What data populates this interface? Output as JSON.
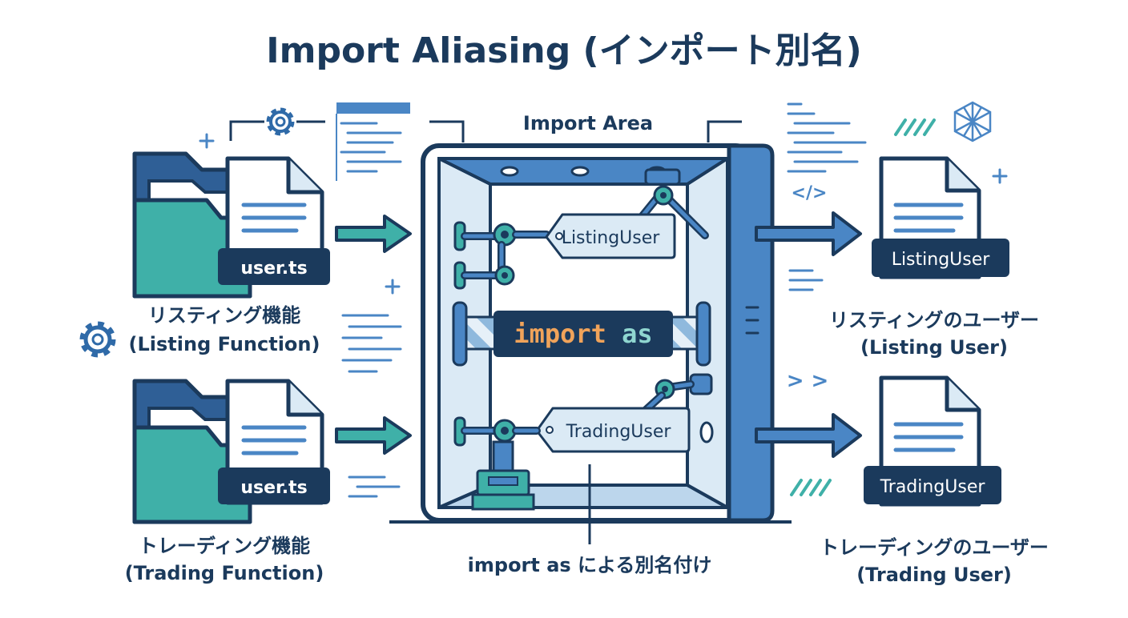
{
  "title": "Import Aliasing (インポート別名)",
  "center": {
    "area_label": "Import Area",
    "tag_top": "ListingUser",
    "keyword": "import as",
    "tag_bottom": "TradingUser",
    "caption": "import as による別名付け"
  },
  "left": {
    "top": {
      "file_label": "user.ts",
      "caption_ja": "リスティング機能",
      "caption_en": "(Listing Function)"
    },
    "bottom": {
      "file_label": "user.ts",
      "caption_ja": "トレーディング機能",
      "caption_en": "(Trading Function)"
    }
  },
  "right": {
    "top": {
      "file_label": "ListingUser",
      "caption_ja": "リスティングのユーザー",
      "caption_en": "(Listing User)"
    },
    "bottom": {
      "file_label": "TradingUser",
      "caption_ja": "トレーディングのユーザー",
      "caption_en": "(Trading User)"
    }
  },
  "decor": {
    "code_tag": "</>",
    "chevrons": "> >"
  },
  "colors": {
    "navy": "#1b3a5c",
    "blue": "#4a86c5",
    "light_blue": "#dbeaf5",
    "teal": "#3fb0a8",
    "keyword_orange": "#f0a35a",
    "keyword_teal": "#8fd6d0"
  }
}
